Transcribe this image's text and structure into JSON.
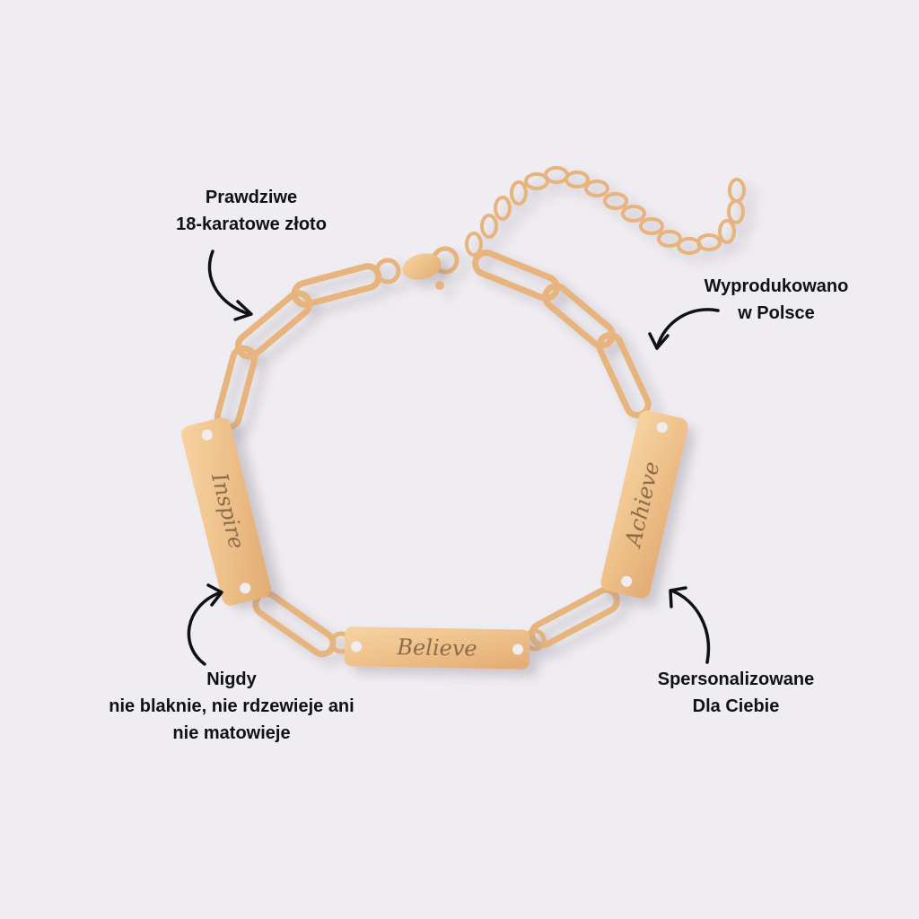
{
  "callouts": {
    "gold": [
      "Prawdziwe",
      "18-karatowe złoto"
    ],
    "made_in": [
      "Wyprodukowano",
      "w Polsce"
    ],
    "never": [
      "Nigdy",
      "nie blaknie, nie rdzewieje ani",
      "nie matowieje"
    ],
    "personalized": [
      "Spersonalizowane",
      "Dla Ciebie"
    ]
  },
  "engravings": {
    "left": "Inspire",
    "center": "Believe",
    "right": "Achieve"
  },
  "colors": {
    "background": "#efedf1",
    "gold": "#f0c48e",
    "text": "#111111"
  }
}
